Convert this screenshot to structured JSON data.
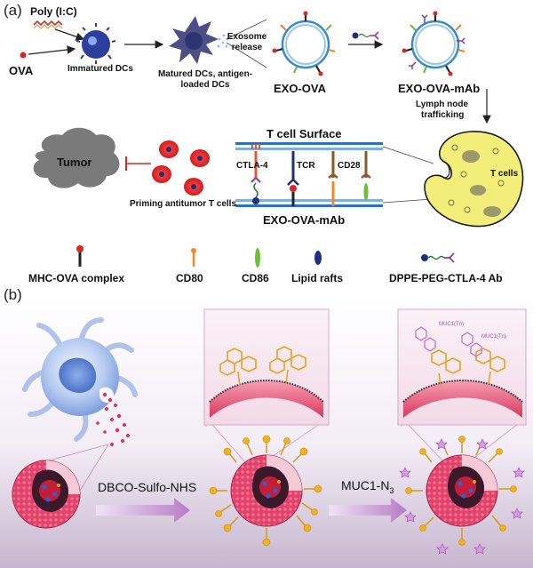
{
  "panel_a": {
    "tag": "(a)",
    "poly_ic": "Poly (I:C)",
    "ova": "OVA",
    "immatured_dcs": "Immatured DCs",
    "matured_dcs_1": "Matured DCs, antigen-",
    "matured_dcs_2": "loaded DCs",
    "exosome_release_1": "Exosome",
    "exosome_release_2": "release",
    "exo_ova": "EXO-OVA",
    "exo_ova_mab": "EXO-OVA-mAb",
    "lymph_1": "Lymph node",
    "lymph_2": "trafficking",
    "t_cells": "T cells",
    "t_cell_surface": "T cell Surface",
    "ctla4": "CTLA-4",
    "tcr": "TCR",
    "cd28": "CD28",
    "exo_ova_mab_bottom": "EXO-OVA-mAb",
    "tumor": "Tumor",
    "priming": "Priming antitumor T cells",
    "legend": {
      "mhc": "MHC-OVA complex",
      "cd80": "CD80",
      "cd86": "CD86",
      "lipid_rafts": "Lipid rafts",
      "dppe": "DPPE-PEG-CTLA-4 Ab"
    }
  },
  "panel_b": {
    "tag": "(b)",
    "reagent_1": "DBCO-Sulfo-NHS",
    "reagent_2_base": "MUC1-N",
    "reagent_2_sub": "3",
    "muc1_tn_1": "MUC1(Tn)",
    "muc1_tn_2": "MUC1(Tn)"
  },
  "colors": {
    "membrane_blue": "#2b6fc7",
    "pink_sphere": "#e8507a",
    "arrow_purple": "#c58bd0",
    "tumor_gray": "#7a7a7a",
    "inhibit_red": "#d62828",
    "lymph_yellow": "#f3ee7a",
    "cd80_orange": "#f08a24",
    "cd86_green": "#6cbf3a",
    "raft_navy": "#1f2f7a",
    "antibody_purple": "#8a3a9a"
  },
  "icons": [
    "dc-immature-icon",
    "dc-mature-icon",
    "exosome-icon",
    "lymph-node-icon",
    "tumor-icon",
    "t-cell-icon",
    "nanoparticle-icon",
    "dendritic-cell-icon"
  ]
}
